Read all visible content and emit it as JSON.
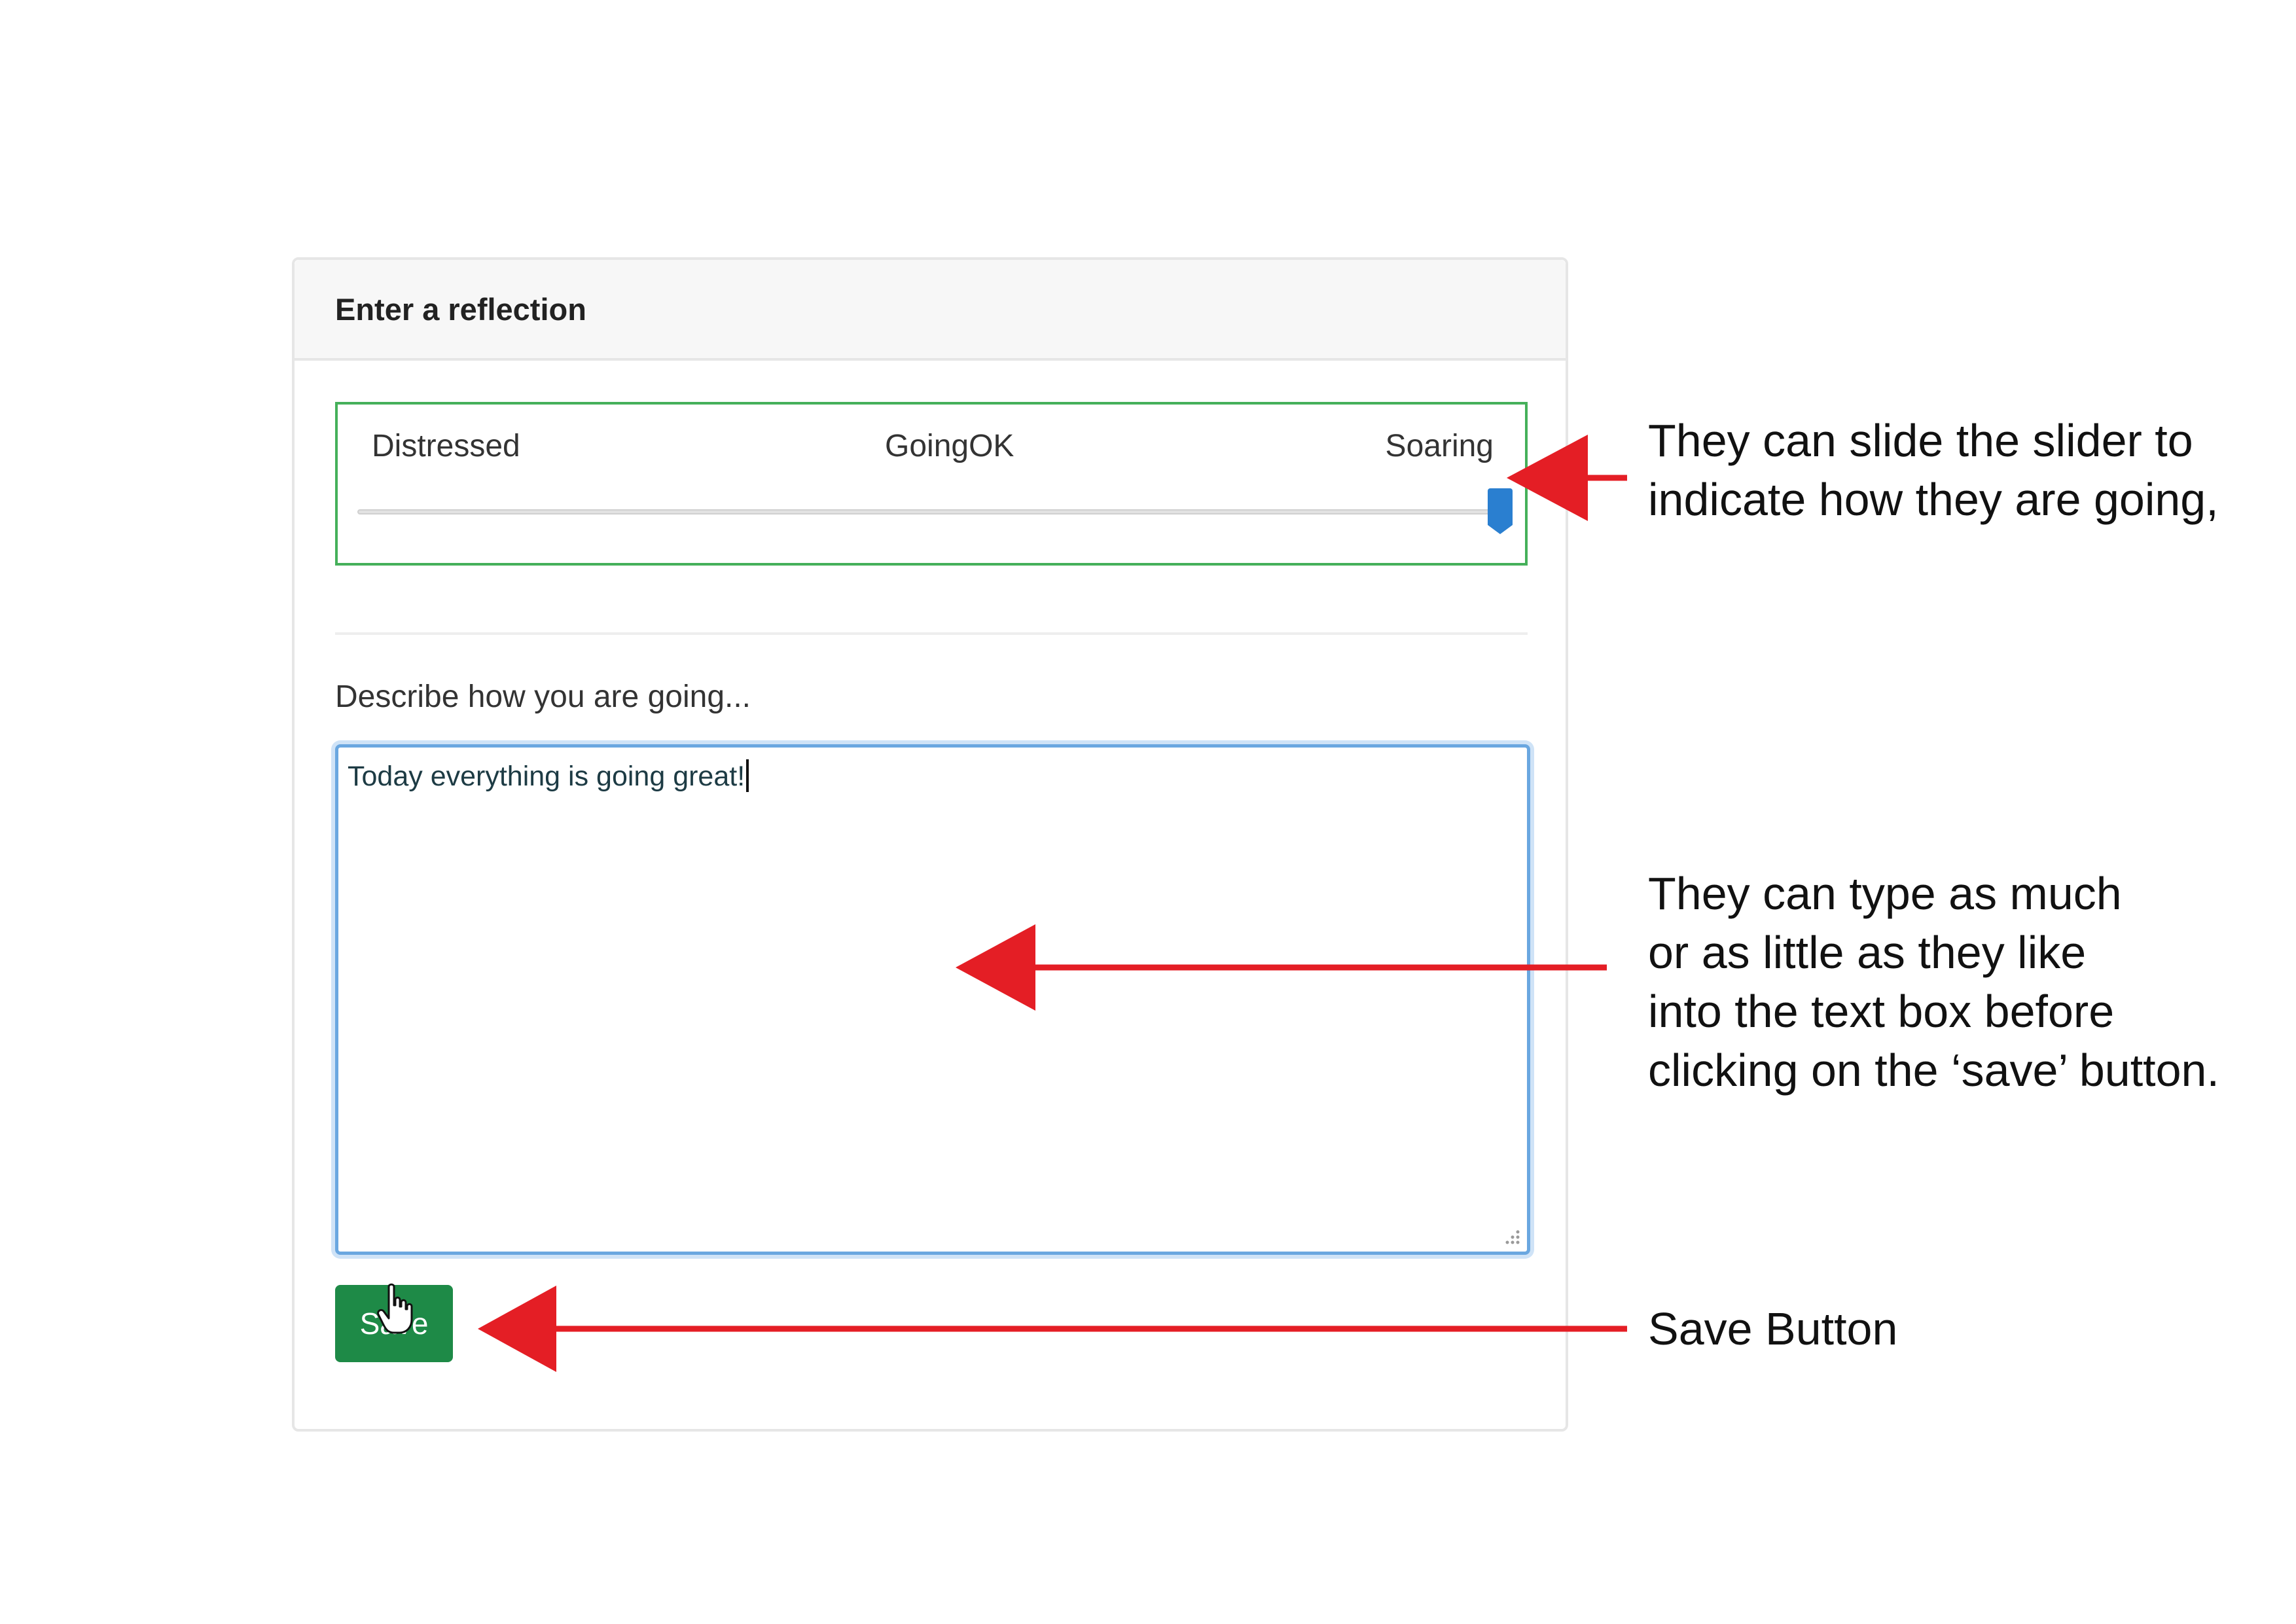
{
  "card": {
    "title": "Enter a reflection"
  },
  "slider": {
    "labels": [
      "Distressed",
      "GoingOK",
      "Soaring"
    ],
    "value_fraction": 1.0
  },
  "description_prompt": "Describe how you are going...",
  "textarea": {
    "value": "Today everything is going great!"
  },
  "save_button": {
    "label": "Save"
  },
  "annotations": {
    "slider": [
      "They can slide the slider to",
      "indicate how they are going,"
    ],
    "textbox": [
      "They can type as much",
      "or as little as they like",
      "into the text box before",
      "clicking on the ‘save’ button."
    ],
    "save": [
      "Save Button"
    ]
  },
  "colors": {
    "arrow": "#e41e25",
    "slider_border": "#45b05a",
    "slider_thumb": "#2a7fd0",
    "save_button": "#1e8a47",
    "textarea_focus": "#6aa7e0"
  },
  "icons": {
    "cursor": "hand-pointer-icon",
    "grip": "resize-grip-icon"
  }
}
